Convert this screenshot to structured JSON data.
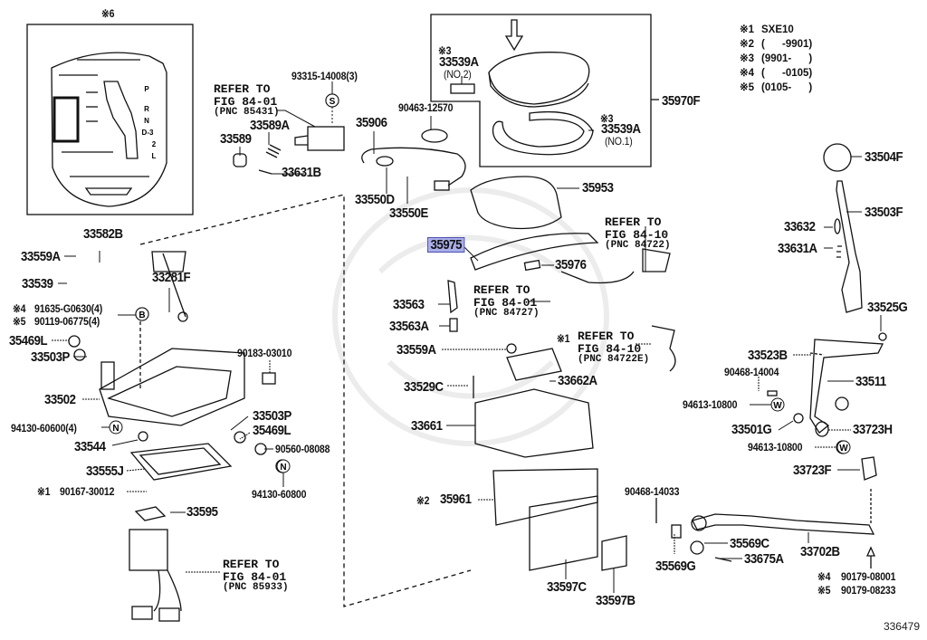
{
  "diagram": {
    "figure_number": "336479",
    "inset_note": "※6",
    "inset_gate_labels": [
      "P",
      "R",
      "N",
      "D-3",
      "2",
      "L"
    ],
    "legend": [
      {
        "key": "※1",
        "value": "SXE10"
      },
      {
        "key": "※2",
        "value": "(      -9901)"
      },
      {
        "key": "※3",
        "value": "(9901-      )"
      },
      {
        "key": "※4",
        "value": "(      -0105)"
      },
      {
        "key": "※5",
        "value": "(0105-      )"
      }
    ],
    "highlighted_part": "35975",
    "parts": {
      "p93315": "93315-14008(3)",
      "p33589A": "33589A",
      "p33589": "33589",
      "p33631B": "33631B",
      "p35906": "35906",
      "p90463": "90463-12570",
      "p33550D": "33550D",
      "p33550E": "33550E",
      "p33539A_no2": "33539A",
      "p33539A_no2_sub": "(NO.2)",
      "p33539A_no2_mark": "※3",
      "p33539A_no1": "33539A",
      "p33539A_no1_sub": "(NO.1)",
      "p33539A_no1_mark": "※3",
      "p35970F": "35970F",
      "p35953": "35953",
      "p35975": "35975",
      "p35976": "35976",
      "p33504F": "33504F",
      "p33503F": "33503F",
      "p33632": "33632",
      "p33631A": "33631A",
      "p33525G": "33525G",
      "p33523B": "33523B",
      "p90468_14004": "90468-14004",
      "p33511": "33511",
      "p94613_a": "94613-10800",
      "p33501G": "33501G",
      "p33723H": "33723H",
      "p94613_b": "94613-10800",
      "p33723F": "33723F",
      "p33582B": "33582B",
      "p33559A_l": "33559A",
      "p33539": "33539",
      "p33281F": "33281F",
      "p91635": "91635-G0630(4)",
      "p91635_mark": "※4",
      "p90119": "90119-06775(4)",
      "p90119_mark": "※5",
      "p35469L_a": "35469L",
      "p33503P_a": "33503P",
      "p90183": "90183-03010",
      "p33502": "33502",
      "p33503P_b": "33503P",
      "p35469L_b": "35469L",
      "p94130_60600": "94130-60600(4)",
      "p33544": "33544",
      "p90560": "90560-08088",
      "p33555J": "33555J",
      "p94130_60800": "94130-60800",
      "p90167": "90167-30012",
      "p90167_mark": "※1",
      "p33595": "33595",
      "p33563": "33563",
      "p33563A": "33563A",
      "p33559A_c": "33559A",
      "p33529C": "33529C",
      "p33662A": "33662A",
      "p33661": "33661",
      "p35961": "35961",
      "p35961_mark": "※2",
      "p33597C": "33597C",
      "p33597B": "33597B",
      "p90468_14033": "90468-14033",
      "p35569G": "35569G",
      "p35569C": "35569C",
      "p33675A": "33675A",
      "p33702B": "33702B",
      "p90179_08001": "90179-08001",
      "p90179_08001_mark": "※4",
      "p90179_08233": "90179-08233",
      "p90179_08233_mark": "※5"
    },
    "refs": {
      "r85431": {
        "l1": "REFER TO",
        "l2": "FIG 84-01",
        "l3": "(PNC 85431)"
      },
      "r84722": {
        "l1": "REFER TO",
        "l2": "FIG 84-10",
        "l3": "(PNC 84722)"
      },
      "r84727": {
        "l1": "REFER TO",
        "l2": "FIG 84-01",
        "l3": "(PNC 84727)"
      },
      "r84722E": {
        "mark": "※1",
        "l1": "REFER TO",
        "l2": "FIG 84-10",
        "l3": "(PNC 84722E)"
      },
      "r85933": {
        "l1": "REFER TO",
        "l2": "FIG 84-01",
        "l3": "(PNC 85933)"
      }
    },
    "fastener_symbols": {
      "s": "S",
      "b": "B",
      "n": "N",
      "w": "W"
    },
    "colors": {
      "ink": "#111111",
      "highlight_fill": "#aaaee8",
      "highlight_border": "#4a4fb0",
      "watermark": "#ececec"
    }
  }
}
